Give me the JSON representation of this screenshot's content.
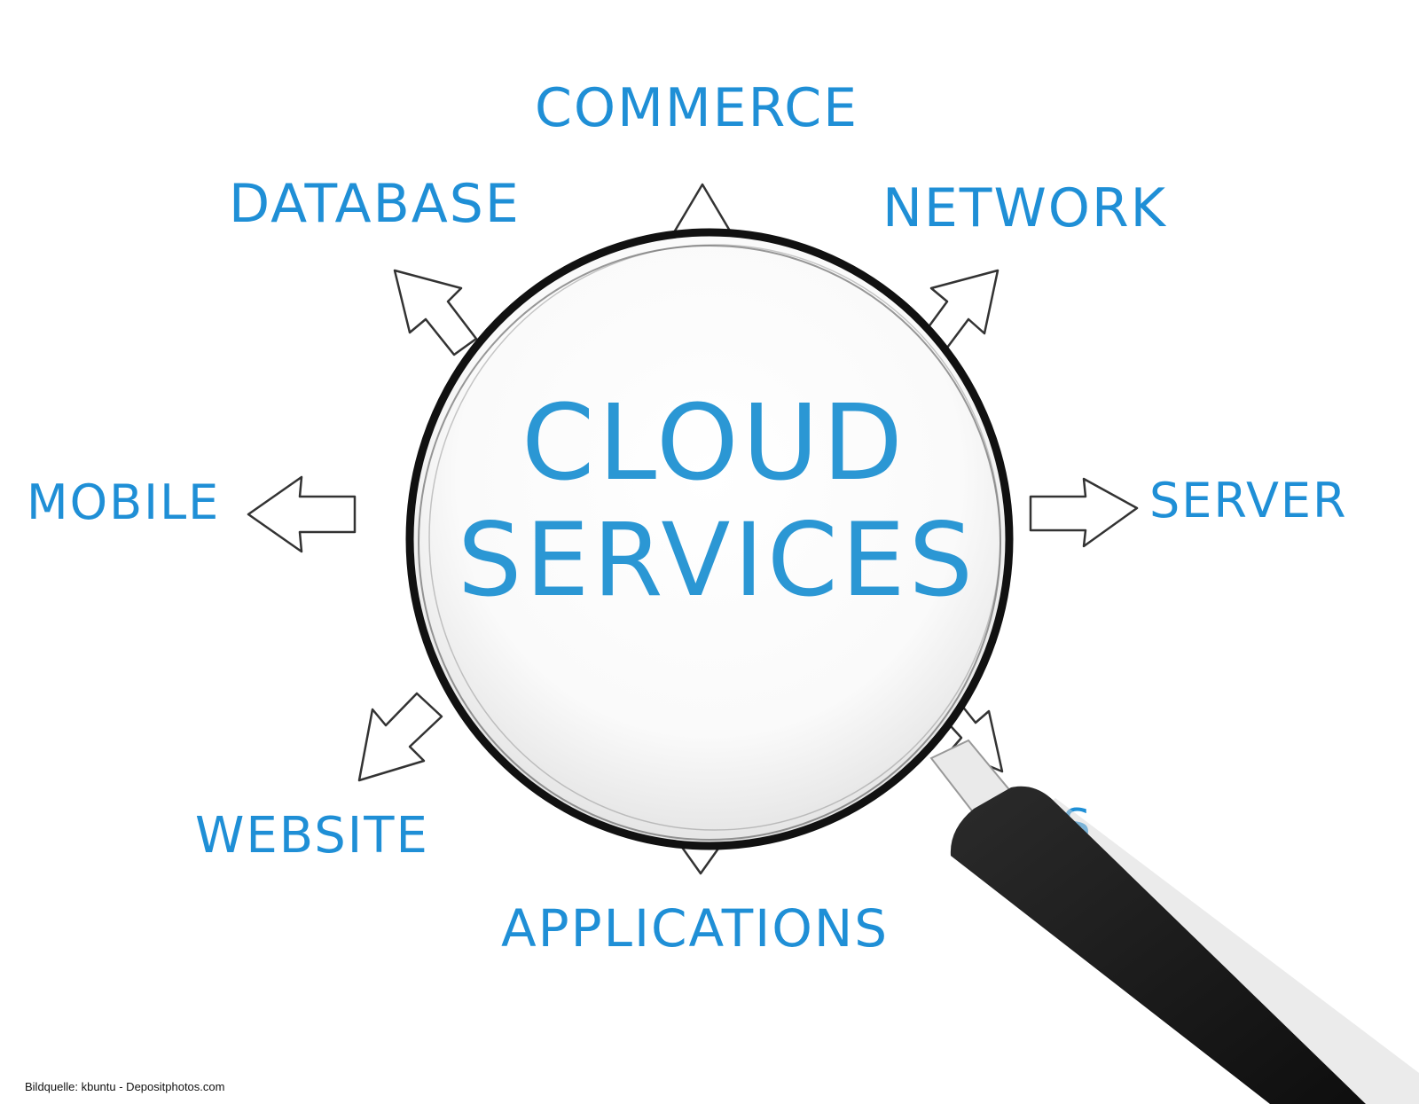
{
  "center": {
    "line1": "CLOUD",
    "line2": "SERVICES"
  },
  "nodes": {
    "commerce": "COMMERCE",
    "database": "DATABASE",
    "network": "NETWORK",
    "mobile": "MOBILE",
    "server": "SERVER",
    "website": "WEBSITE",
    "applications": "APPLICATIONS",
    "hidden_label": "S"
  },
  "credit": "Bildquelle: kbuntu - Depositphotos.com",
  "colors": {
    "text": "#1f8fd6",
    "arrow_stroke": "#333333",
    "lens_rim": "#111111",
    "handle": "#1d1d1d"
  },
  "icons": [
    "magnifying-glass-icon",
    "arrow-icon"
  ]
}
